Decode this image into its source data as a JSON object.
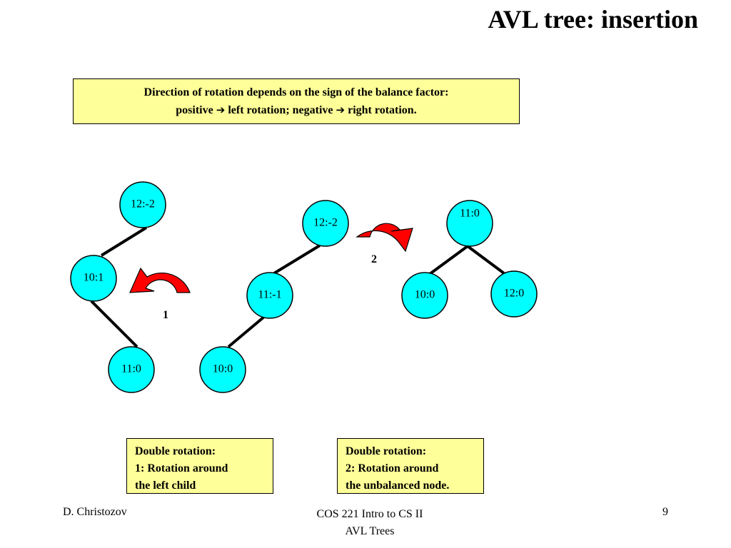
{
  "title": "AVL tree: insertion",
  "note_top": {
    "line1": "Direction of rotation depends on the sign of the balance factor:",
    "line2_a": "positive ",
    "arrow": "➔",
    "line2_b": " left rotation; negative ",
    "line2_c": " right rotation."
  },
  "trees": {
    "tree1": {
      "root": "12:-2",
      "left": "10:1",
      "leaf": "11:0"
    },
    "tree2": {
      "root": "12:-2",
      "left": "11:-1",
      "leaf": "10:0"
    },
    "tree3": {
      "root": "11:0",
      "left": "10:0",
      "right": "12:0"
    }
  },
  "steps": {
    "step1": "1",
    "step2": "2"
  },
  "notes": {
    "note1": [
      "Double rotation:",
      "1: Rotation around",
      "the left child"
    ],
    "note2": [
      "Double rotation:",
      "2: Rotation around",
      "the unbalanced node."
    ]
  },
  "colors": {
    "node_fill": "#00ffff",
    "note_fill": "#ffff99",
    "rotation_arrow": "#ff0000"
  },
  "icons": {
    "rotation": "curved-rotation-arrow-icon"
  },
  "footer": {
    "author": "D. Christozov",
    "course_line1": "COS 221 Intro to CS II",
    "course_line2": "AVL Trees",
    "page": "9"
  }
}
